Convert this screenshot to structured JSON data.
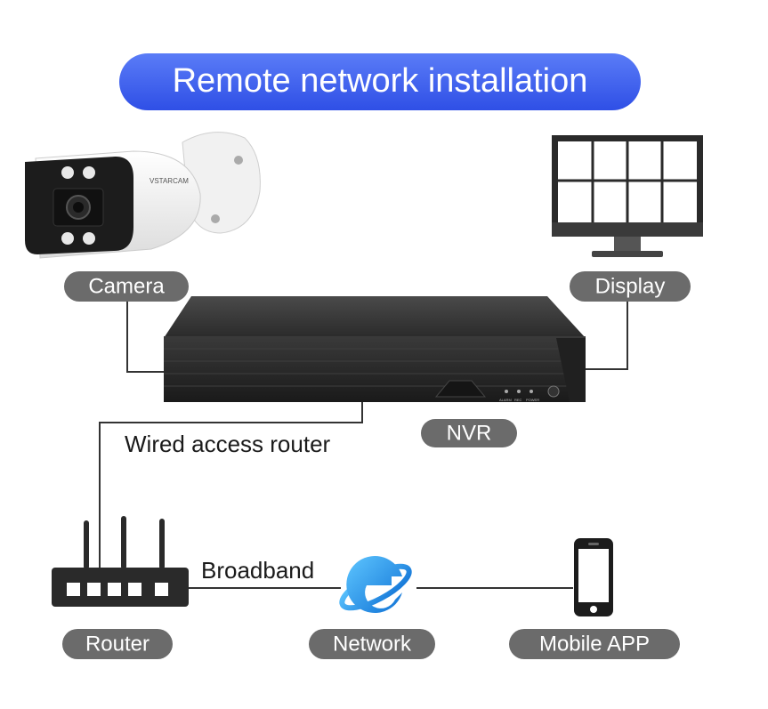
{
  "title": "Remote network installation",
  "camera": {
    "label": "Camera",
    "brand": "VSTARCAM"
  },
  "display": {
    "label": "Display"
  },
  "nvr": {
    "label": "NVR",
    "indicators": [
      "ALARM",
      "REC",
      "POWER"
    ]
  },
  "connections": {
    "wired": "Wired access router",
    "broadband": "Broadband"
  },
  "router": {
    "label": "Router"
  },
  "network": {
    "label": "Network",
    "icon": "internet-explorer-icon"
  },
  "mobile": {
    "label": "Mobile APP"
  },
  "colors": {
    "title_pill": "#3d5ef0",
    "label_pill": "#6b6b6b",
    "device_dark": "#2b2b2b",
    "network_blue": "#1e9be8"
  }
}
